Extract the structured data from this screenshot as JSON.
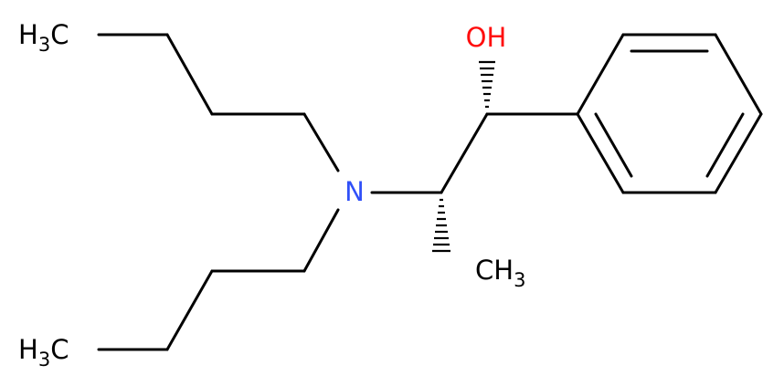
{
  "molecule": {
    "atoms": {
      "oh": {
        "main": "OH",
        "color": "#ff0d0d"
      },
      "n": {
        "main": "N",
        "color": "#3050f8"
      },
      "ch3_top": {
        "main": "H",
        "sub": "3",
        "tail": "C",
        "color": "#000000"
      },
      "ch3_bottom": {
        "main": "H",
        "sub": "3",
        "tail": "C",
        "color": "#000000"
      },
      "ch3_right": {
        "main": "CH",
        "sub": "3",
        "color": "#000000"
      }
    },
    "bond_color": "#000000"
  }
}
